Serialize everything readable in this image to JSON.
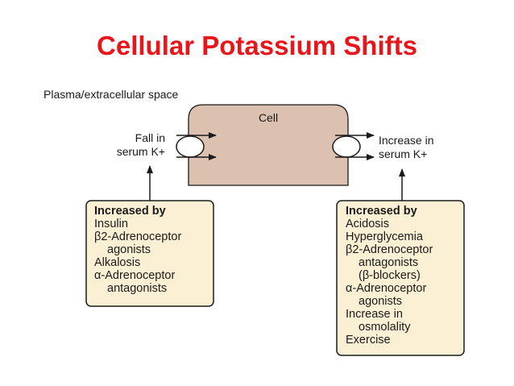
{
  "title": "Cellular Potassium Shifts",
  "colors": {
    "title": "#e8161b",
    "cell_fill": "#dcc0b0",
    "box_fill": "#fcf0d4",
    "stroke": "#1a1a1a"
  },
  "diagram": {
    "region_label": "Plasma/extracellular space",
    "cell_label": "Cell",
    "left_label": [
      "Fall in",
      "serum K+"
    ],
    "right_label": [
      "Increase in",
      "serum K+"
    ],
    "left_box": {
      "heading": "Increased by",
      "lines": [
        "Insulin",
        "β2-Adrenoceptor",
        "agonists",
        "Alkalosis",
        "α-Adrenoceptor",
        "antagonists"
      ]
    },
    "right_box": {
      "heading": "Increased by",
      "lines": [
        "Acidosis",
        "Hyperglycemia",
        "β2-Adrenoceptor",
        "antagonists",
        "(β-blockers)",
        "α-Adrenoceptor",
        "agonists",
        "Increase in",
        "osmolality",
        "Exercise"
      ]
    }
  }
}
